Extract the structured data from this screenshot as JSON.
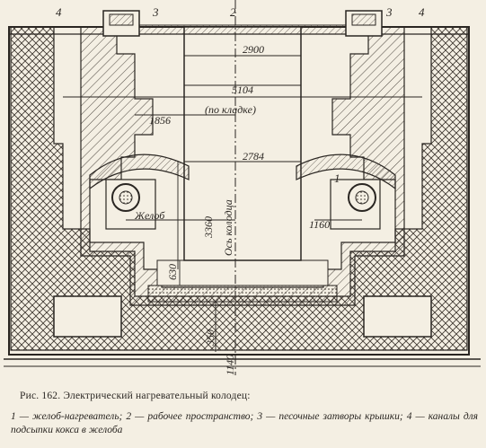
{
  "figure": {
    "part_numbers": [
      "1",
      "2",
      "3",
      "4"
    ],
    "labels": {
      "trough": "Желоб",
      "axis": "Ось колодца"
    },
    "dimensions": {
      "d2900": "2900",
      "d5104": "5104",
      "d5104_note": "(по кладке)",
      "d1856": "1856",
      "d2784": "2784",
      "d3360": "3360",
      "d1160": "1160",
      "d630": "630",
      "d350": "350",
      "d1140": "1140"
    }
  },
  "caption": {
    "title": "Рис. 162. Электрический нагревательный колодец:",
    "legend": "1 — желоб-нагреватель; 2 — рабочее пространство; 3 — песочные затворы крышки; 4 — каналы для подсыпки кокса в желоба"
  }
}
